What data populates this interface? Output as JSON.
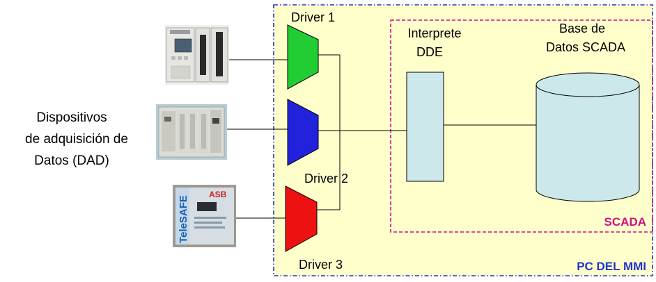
{
  "devices_label": {
    "line1": "Dispositivos",
    "line2": "de adquisición de",
    "line3": "Datos (DAD)"
  },
  "devices": [
    {
      "name": "plc-modular"
    },
    {
      "name": "plc-rack"
    },
    {
      "name": "telesafe-unit",
      "brand_text": "TeleSAFE",
      "logo_text": "ASB"
    }
  ],
  "drivers": [
    {
      "label": "Driver 1",
      "color": "#22cc33"
    },
    {
      "label": "Driver 2",
      "color": "#2222dd"
    },
    {
      "label": "Driver 3",
      "color": "#ee1111"
    }
  ],
  "interpreter": {
    "line1": "Interprete",
    "line2": "DDE",
    "fill": "#cce8ea"
  },
  "database": {
    "line1": "Base de",
    "line2": "Datos SCADA",
    "fill": "#cce8ea"
  },
  "scada_box": {
    "label": "SCADA",
    "color": "#cc1188"
  },
  "pc_box": {
    "label": "PC DEL MMI",
    "color": "#2233cc",
    "fill": "#ffffcc"
  }
}
